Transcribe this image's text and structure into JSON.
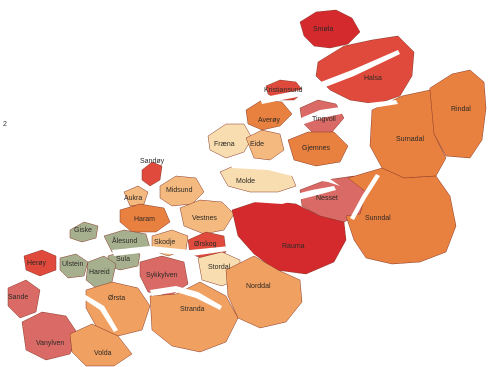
{
  "map": {
    "stray_mark": "2",
    "colors": {
      "dark_red": "#d42a2e",
      "red": "#df4a3c",
      "rose": "#d96a66",
      "orange": "#e8803f",
      "light_orange": "#f0a060",
      "peach": "#f3b97e",
      "cream": "#f8ddb0",
      "olive": "#a6b08f",
      "sea": "#ffffff"
    },
    "municipalities": [
      {
        "label": "Smøla",
        "color_class": "dark_red"
      },
      {
        "label": "Kristiansund",
        "color_class": "red"
      },
      {
        "label": "Averøy",
        "color_class": "orange"
      },
      {
        "label": "Tingvoll",
        "color_class": "rose"
      },
      {
        "label": "Halsa",
        "color_class": "red"
      },
      {
        "label": "Rindal",
        "color_class": "orange"
      },
      {
        "label": "Surnadal",
        "color_class": "orange"
      },
      {
        "label": "Gjemnes",
        "color_class": "orange"
      },
      {
        "label": "Fræna",
        "color_class": "cream"
      },
      {
        "label": "Eide",
        "color_class": "peach"
      },
      {
        "label": "Sandøy",
        "color_class": "red"
      },
      {
        "label": "Molde",
        "color_class": "cream"
      },
      {
        "label": "Midsund",
        "color_class": "peach"
      },
      {
        "label": "Nesset",
        "color_class": "rose"
      },
      {
        "label": "Sunndal",
        "color_class": "orange"
      },
      {
        "label": "Aukra",
        "color_class": "peach"
      },
      {
        "label": "Haram",
        "color_class": "orange"
      },
      {
        "label": "Vestnes",
        "color_class": "peach"
      },
      {
        "label": "Rauma",
        "color_class": "dark_red"
      },
      {
        "label": "Giske",
        "color_class": "olive"
      },
      {
        "label": "Ålesund",
        "color_class": "olive"
      },
      {
        "label": "Skodje",
        "color_class": "peach"
      },
      {
        "label": "Ørskog",
        "color_class": "red"
      },
      {
        "label": "Stordal",
        "color_class": "cream"
      },
      {
        "label": "Norddal",
        "color_class": "light_orange"
      },
      {
        "label": "Sula",
        "color_class": "olive"
      },
      {
        "label": "Herøy",
        "color_class": "red"
      },
      {
        "label": "Ulstein",
        "color_class": "olive"
      },
      {
        "label": "Hareid",
        "color_class": "olive"
      },
      {
        "label": "Sykkylven",
        "color_class": "rose"
      },
      {
        "label": "Sande",
        "color_class": "rose"
      },
      {
        "label": "Ørsta",
        "color_class": "light_orange"
      },
      {
        "label": "Stranda",
        "color_class": "light_orange"
      },
      {
        "label": "Vanylven",
        "color_class": "rose"
      },
      {
        "label": "Volda",
        "color_class": "light_orange"
      }
    ]
  }
}
